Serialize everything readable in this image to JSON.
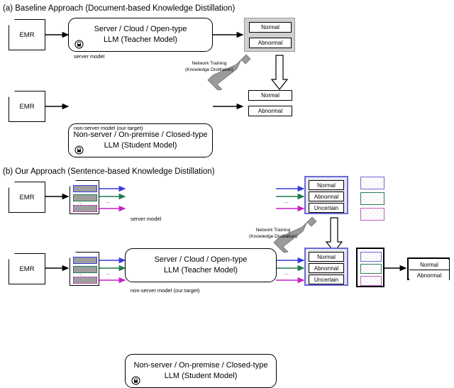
{
  "figure": {
    "sections": [
      {
        "id": "a",
        "title": "(a) Baseline Approach (Document-based Knowledge Distillation)",
        "rows": [
          {
            "id": "teacher",
            "input_label": "EMR",
            "model_line1": "Server / Cloud / Open-type",
            "model_line2": "LLM (Teacher Model)",
            "model_caption": "server model",
            "lock_icon": "lock-icon",
            "outputs": [
              "Normal",
              "Abnormal"
            ]
          },
          {
            "id": "student",
            "input_label": "EMR",
            "model_line1": "Non-server / On-premise / Closed-type",
            "model_line2": "LLM (Student Model)",
            "model_caption": "non-server model (our target)",
            "lock_icon": "lock-icon",
            "outputs": [
              "Normal",
              "Abnormal"
            ]
          }
        ],
        "distillation_arrow": {
          "line1": "Network Training",
          "line2": "(Knowledge Distillation)"
        }
      },
      {
        "id": "b",
        "title": "(b) Our Approach (Sentence-based Knowledge Distillation)",
        "rows": [
          {
            "id": "teacher",
            "input_label": "EMR",
            "model_line1": "Server / Cloud / Open-type",
            "model_line2": "LLM (Teacher Model)",
            "model_caption": "server model",
            "lock_icon": "lock-icon",
            "outputs": [
              "Normal",
              "Abnormal",
              "Uncertain"
            ],
            "ellipsis": "...",
            "swatches": [
              "blue",
              "green",
              "magenta"
            ]
          },
          {
            "id": "student",
            "input_label": "EMR",
            "model_line1": "Non-server / On-premise / Closed-type",
            "model_line2": "LLM (Student Model)",
            "model_caption": "non-server model (our target)",
            "lock_icon": "lock-icon",
            "outputs": [
              "Normal",
              "Abnormal",
              "Uncertain"
            ],
            "ellipsis": "...",
            "swatches": [
              "blue",
              "green",
              "magenta"
            ],
            "final_outputs": [
              "Normal",
              "Abnormal"
            ]
          }
        ],
        "distillation_arrow": {
          "line1": "Network Training",
          "line2": "(Knowledge Distillation)"
        }
      }
    ],
    "colors": {
      "sentence_blue": "#3a3ae0",
      "sentence_green": "#1f7a4d",
      "sentence_magenta": "#c820c8",
      "strip_fill": "#9e9e9e",
      "gray_panel": "#d0d0d0",
      "teacher_output_border": "#6a6ad8",
      "arrow_gray": "#9a9a9a",
      "outline": "#000000"
    }
  }
}
